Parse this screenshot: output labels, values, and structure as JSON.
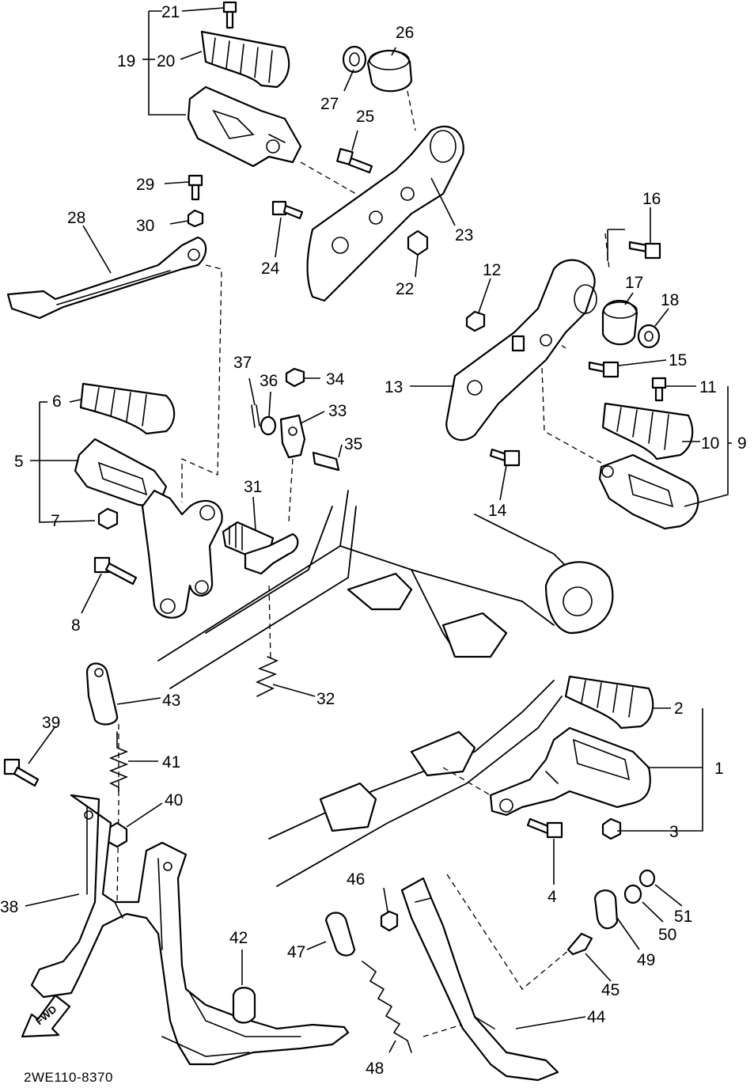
{
  "diagram_code": "2WE110-8370",
  "fwd_label": "FWD",
  "callouts": {
    "c1": "1",
    "c2": "2",
    "c3": "3",
    "c4": "4",
    "c5": "5",
    "c6": "6",
    "c7": "7",
    "c8": "8",
    "c9": "9",
    "c10": "10",
    "c11": "11",
    "c12": "12",
    "c13": "13",
    "c14": "14",
    "c15": "15",
    "c16": "16",
    "c17": "17",
    "c18": "18",
    "c19": "19",
    "c20": "20",
    "c21": "21",
    "c22": "22",
    "c23": "23",
    "c24": "24",
    "c25": "25",
    "c26": "26",
    "c27": "27",
    "c28": "28",
    "c29": "29",
    "c30": "30",
    "c31": "31",
    "c32": "32",
    "c33": "33",
    "c34": "34",
    "c35": "35",
    "c36": "36",
    "c37": "37",
    "c38": "38",
    "c39": "39",
    "c40": "40",
    "c41": "41",
    "c42": "42",
    "c43": "43",
    "c44": "44",
    "c45": "45",
    "c46": "46",
    "c47": "47",
    "c48": "48",
    "c49": "49",
    "c50": "50",
    "c51": "51"
  }
}
